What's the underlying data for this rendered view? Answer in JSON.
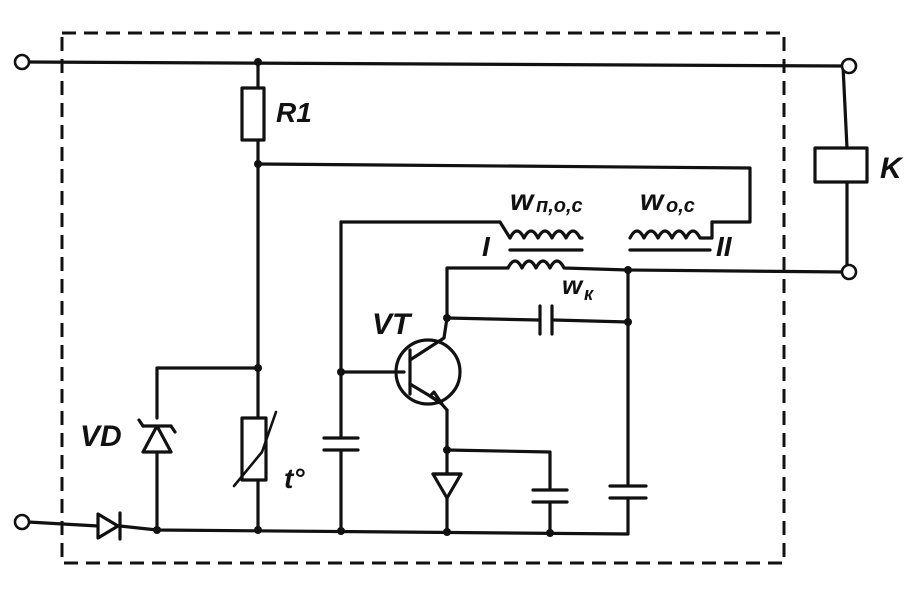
{
  "labels": {
    "r1": "R1",
    "k": "K",
    "vt": "VT",
    "vd": "VD",
    "thermistor": "t°",
    "w_pos": "w",
    "w_pos_sub": "п,о,с",
    "w_neg": "w",
    "w_neg_sub": "о,с",
    "w_k": "w",
    "w_k_sub": "к",
    "winding_1": "I",
    "winding_2": "II"
  }
}
